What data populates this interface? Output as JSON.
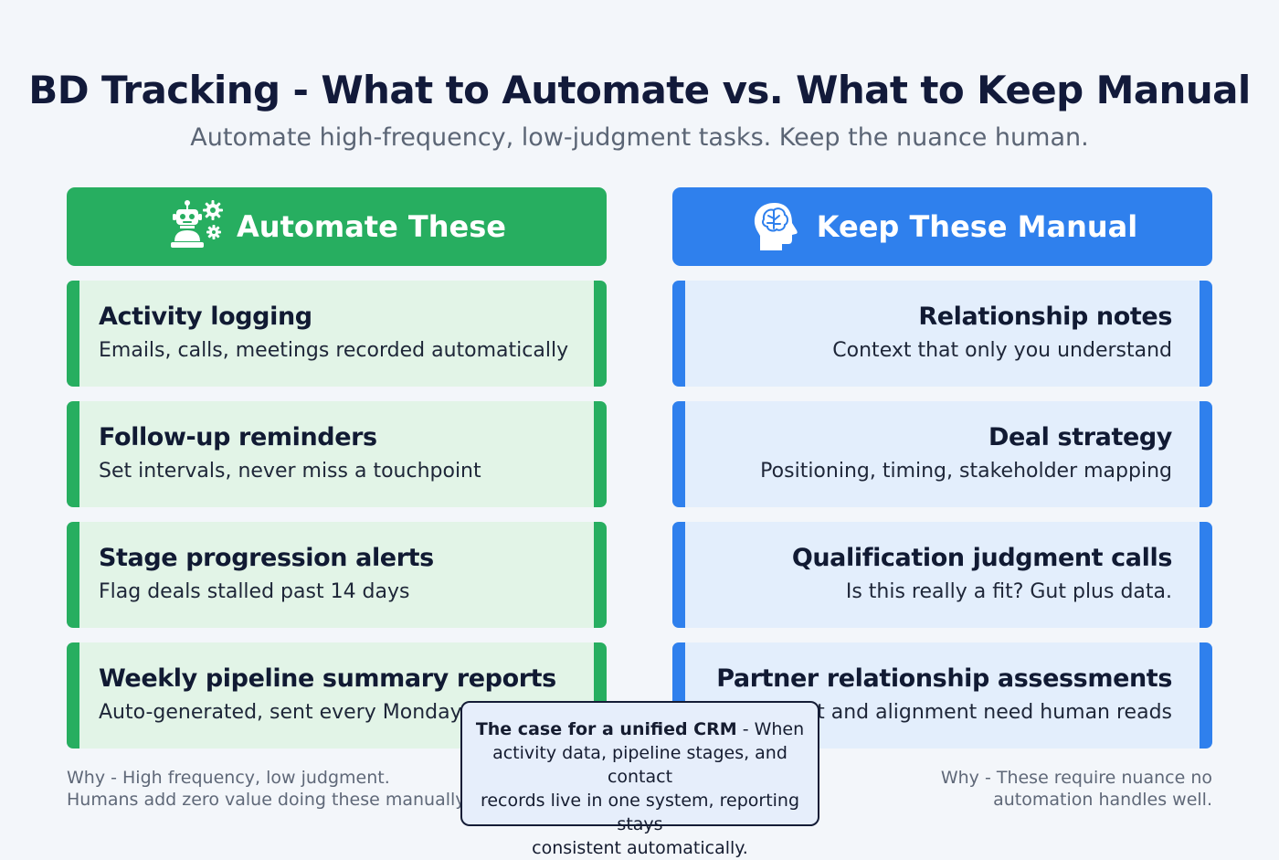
{
  "header": {
    "title": "BD Tracking - What to Automate vs. What to Keep Manual",
    "subtitle": "Automate high-frequency, low-judgment tasks. Keep the nuance human."
  },
  "colors": {
    "green": "#27ae60",
    "green_card": "#e2f4e7",
    "blue": "#2f80ed",
    "blue_card": "#e3eefc",
    "background": "#f3f6fa"
  },
  "automate": {
    "header_label": "Automate These",
    "header_icon": "robot-gears-icon",
    "items": [
      {
        "title": "Activity logging",
        "desc": "Emails, calls, meetings recorded automatically"
      },
      {
        "title": "Follow-up reminders",
        "desc": "Set intervals, never miss a touchpoint"
      },
      {
        "title": "Stage progression alerts",
        "desc": "Flag deals stalled past 14 days"
      },
      {
        "title": "Weekly pipeline summary reports",
        "desc": "Auto-generated, sent every Monday"
      }
    ],
    "why_line1": "Why - High frequency, low judgment.",
    "why_line2": "Humans add zero value doing these manually."
  },
  "manual": {
    "header_label": "Keep These Manual",
    "header_icon": "brain-head-icon",
    "items": [
      {
        "title": "Relationship notes",
        "desc": "Context that only you understand"
      },
      {
        "title": "Deal strategy",
        "desc": "Positioning, timing, stakeholder mapping"
      },
      {
        "title": "Qualification judgment calls",
        "desc": "Is this really a fit? Gut plus data."
      },
      {
        "title": "Partner relationship assessments",
        "desc": "Trust and alignment need human reads"
      }
    ],
    "why_line1": "Why - These require nuance no",
    "why_line2": "automation handles well."
  },
  "callout": {
    "bold": "The case for a unified CRM",
    "line1_rest": " - When",
    "line2": "activity data, pipeline stages, and contact",
    "line3": "records live in one system, reporting stays",
    "line4": "consistent automatically."
  }
}
